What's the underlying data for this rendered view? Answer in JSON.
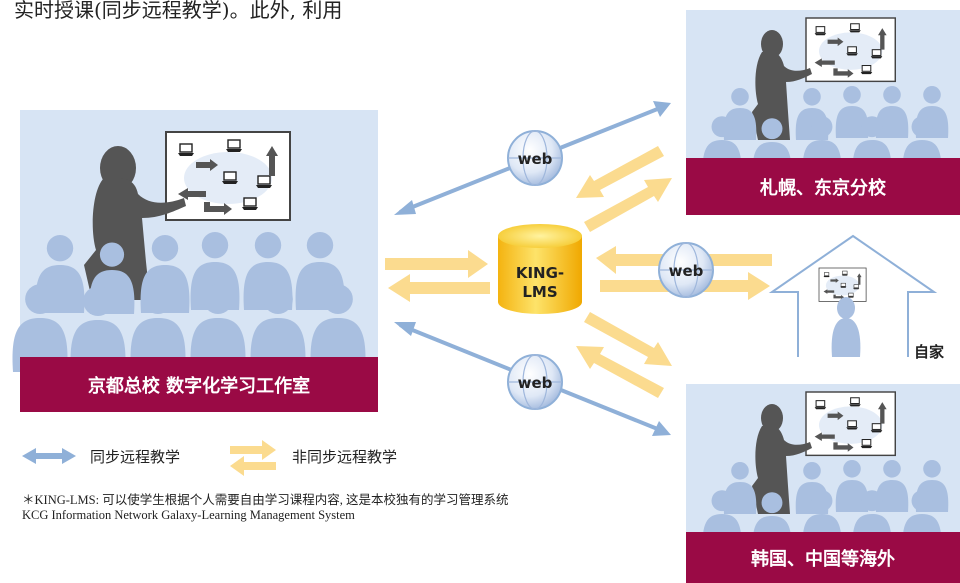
{
  "header_fragment": "实时授课(同步远程教学)。此外, 利用",
  "nodes": {
    "main_campus": "京都总校 数字化学习工作室",
    "sapporo_tokyo": "札幌、东京分校",
    "home": "自家",
    "overseas": "韩国、中国等海外",
    "lms_line1": "KING-",
    "lms_line2": "LMS",
    "web_label": "web"
  },
  "legend": {
    "sync": "同步远程教学",
    "async": "非同步远程教学"
  },
  "notes": {
    "line1": "＊KING-LMS: 可以使学生根据个人需要自由学习课程内容, 这是本校独有的学习管理系统",
    "line2": "KCG Information Network Galaxy-Learning Management System"
  },
  "colors": {
    "label_bar": "#9a0a45",
    "sync_arrow": "#8fb0d8",
    "async_arrow": "#fbdb8f",
    "room_bg": "#d7e4f4",
    "audience": "#a9bfe0",
    "teacher": "#555555",
    "cylinder": "#f7c21c"
  }
}
